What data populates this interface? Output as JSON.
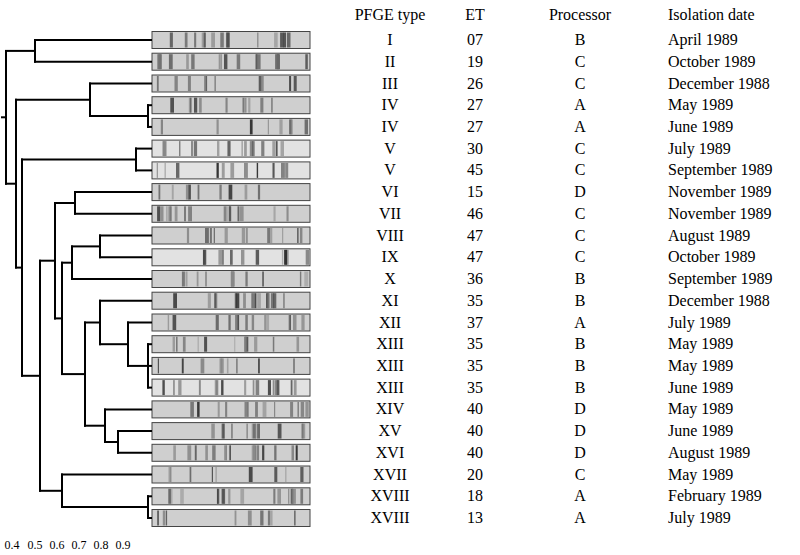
{
  "diagram": {
    "labels": [
      "PFGE type",
      "ET",
      "Processor",
      "Isolation date",
      "I",
      "07",
      "B",
      "April 1989",
      "II",
      "19",
      "C",
      "October 1989",
      "III",
      "26",
      "C",
      "December 1988",
      "IV",
      "27",
      "A",
      "May 1989",
      "IV",
      "27",
      "A",
      "June 1989",
      "V",
      "30",
      "C",
      "July 1989",
      "V",
      "45",
      "C",
      "September 1989",
      "VI",
      "15",
      "D",
      "November 1989",
      "VII",
      "46",
      "C",
      "November 1989",
      "VIII",
      "47",
      "C",
      "August 1989",
      "IX",
      "47",
      "C",
      "October 1989",
      "X",
      "36",
      "B",
      "September 1989",
      "XI",
      "35",
      "B",
      "December 1988",
      "XII",
      "37",
      "A",
      "July 1989",
      "XIII",
      "35",
      "B",
      "May 1989",
      "XIII",
      "35",
      "B",
      "May 1989",
      "XIII",
      "35",
      "B",
      "June 1989",
      "XIV",
      "40",
      "D",
      "May 1989",
      "XV",
      "40",
      "D",
      "June 1989",
      "XVI",
      "40",
      "D",
      "August 1989",
      "XVII",
      "20",
      "C",
      "May 1989",
      "XVIII",
      "18",
      "A",
      "February 1989",
      "XVIII",
      "13",
      "A",
      "July 1989",
      "0.4",
      "0.5",
      "0.6",
      "0.7",
      "0.8",
      "0.9"
    ]
  }
}
